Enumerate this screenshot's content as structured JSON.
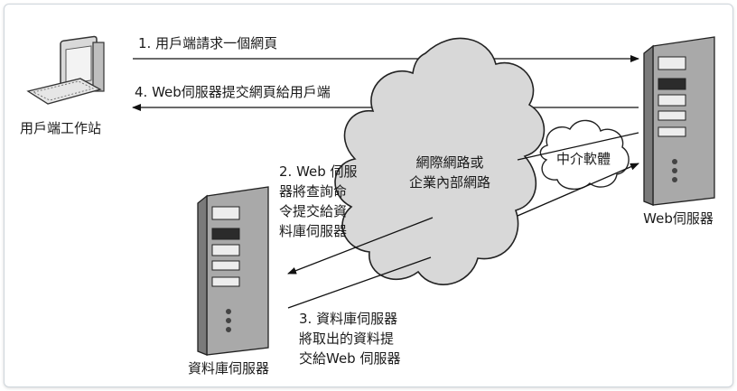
{
  "steps": {
    "step1": "1. 用戶端請求一個網頁",
    "step4": "4. Web伺服器提交網頁給用戶端",
    "step2": [
      "2. Web 伺服",
      "器將查詢命",
      "令提交給資",
      "料庫伺服器"
    ],
    "step3": [
      "3. 資料庫伺服器",
      "將取出的資料提",
      "交給Web 伺服器"
    ]
  },
  "nodes": {
    "client": "用戶端工作站",
    "web_server": "Web伺服器",
    "db_server": "資料庫伺服器",
    "cloud": [
      "網際網路或",
      "企業內部網路"
    ],
    "middleware": "中介軟體"
  }
}
